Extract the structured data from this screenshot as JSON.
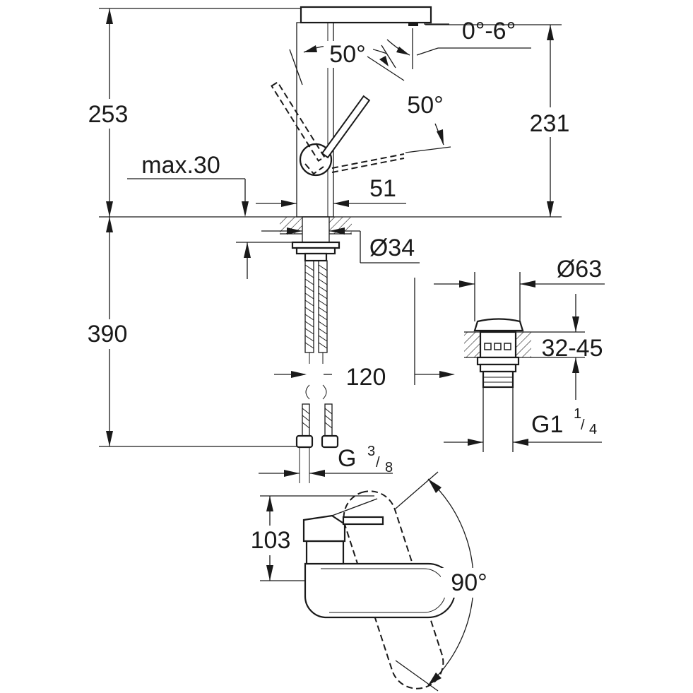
{
  "dimensions": {
    "height_above_deck": "253",
    "spout_height": "231",
    "spout_tilt": "0°-6°",
    "lever_angle_back": "50°",
    "lever_angle_front": "50°",
    "deck_thickness_max": "max.30",
    "base_width": "51",
    "mounting_hole": "Ø34",
    "hose_length": "390",
    "hose_spacing": "120",
    "connection_main": "G",
    "connection_frac_num": "3",
    "connection_frac_den": "8",
    "waste_diameter": "Ø63",
    "waste_range": "32-45",
    "waste_thread_main": "G1",
    "waste_thread_frac_num": "1",
    "waste_thread_frac_den": "4",
    "top_view_depth": "103",
    "swivel_angle": "90°"
  }
}
